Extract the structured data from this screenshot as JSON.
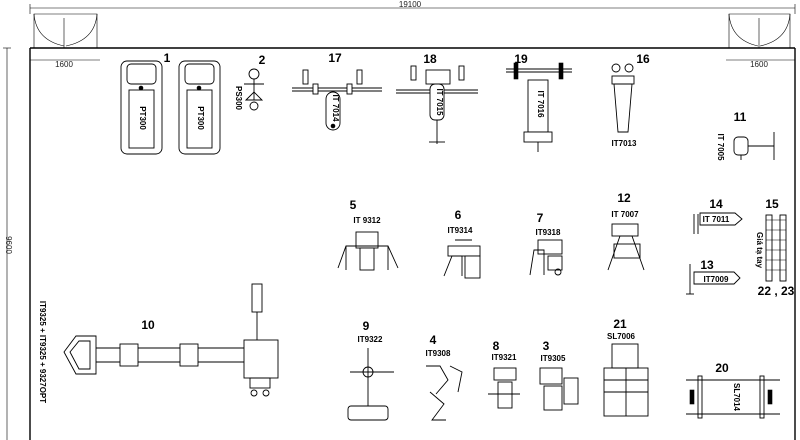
{
  "dimensions": {
    "total_width": "19100",
    "total_depth": "9600",
    "door_left_width": "1600",
    "door_right_width": "1600"
  },
  "equipment": [
    {
      "id": "1",
      "number": "1",
      "codes": [
        "PT300",
        "PT300"
      ]
    },
    {
      "id": "2",
      "number": "2",
      "codes": [
        "PS300"
      ]
    },
    {
      "id": "17",
      "number": "17",
      "codes": [
        "IT 7014"
      ]
    },
    {
      "id": "18",
      "number": "18",
      "codes": [
        "IT 7015"
      ]
    },
    {
      "id": "19",
      "number": "19",
      "codes": [
        "IT 7016"
      ]
    },
    {
      "id": "16",
      "number": "16",
      "codes": [
        "IT7013"
      ]
    },
    {
      "id": "11",
      "number": "11",
      "codes": [
        "IT 7005"
      ]
    },
    {
      "id": "5",
      "number": "5",
      "codes": [
        "IT 9312"
      ]
    },
    {
      "id": "6",
      "number": "6",
      "codes": [
        "IT9314"
      ]
    },
    {
      "id": "7",
      "number": "7",
      "codes": [
        "IT9318"
      ]
    },
    {
      "id": "12",
      "number": "12",
      "codes": [
        "IT 7007"
      ]
    },
    {
      "id": "14",
      "number": "14",
      "codes": [
        "IT 7011"
      ]
    },
    {
      "id": "15",
      "number": "15",
      "codes": [
        "Giá tạ tay"
      ]
    },
    {
      "id": "13",
      "number": "13",
      "codes": [
        "IT7009"
      ]
    },
    {
      "id": "22_23",
      "number": "22 , 23",
      "codes": []
    },
    {
      "id": "10",
      "number": "10",
      "codes": [
        "IT9325 + IT9325 + 9327OPT"
      ]
    },
    {
      "id": "9",
      "number": "9",
      "codes": [
        "IT9322"
      ]
    },
    {
      "id": "4",
      "number": "4",
      "codes": [
        "IT9308"
      ]
    },
    {
      "id": "8",
      "number": "8",
      "codes": [
        "IT9321"
      ]
    },
    {
      "id": "3",
      "number": "3",
      "codes": [
        "IT9305"
      ]
    },
    {
      "id": "21",
      "number": "21",
      "codes": [
        "SL7006"
      ]
    },
    {
      "id": "20",
      "number": "20",
      "codes": [
        "SL7014"
      ]
    }
  ]
}
